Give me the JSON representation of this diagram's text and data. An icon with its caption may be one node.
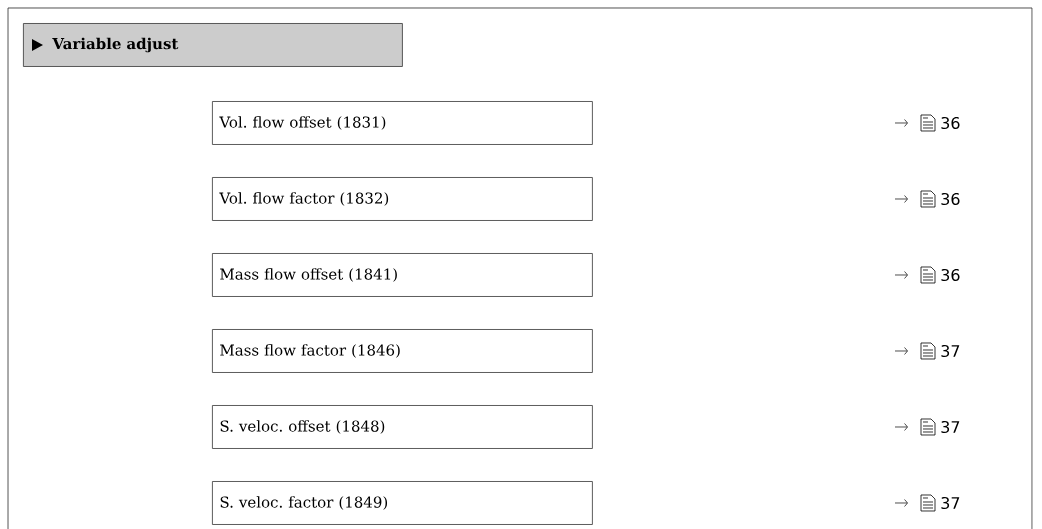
{
  "diagram": {
    "nodes": [
      {
        "text": [
          "Variable adjust"
        ]
      },
      {
        "text": [
          "Vol. flow offset (1831)"
        ]
      },
      {
        "text": [
          "Vol. flow factor (1832)"
        ]
      },
      {
        "text": [
          "Mass flow offset (1841)"
        ]
      },
      {
        "text": [
          "Mass flow factor (1846)"
        ]
      },
      {
        "text": [
          "S. veloc. offset (1848)"
        ]
      },
      {
        "text": [
          "S. veloc. factor (1849)"
        ]
      }
    ],
    "labels": [
      "36",
      "36",
      "36",
      "37",
      "37",
      "37"
    ]
  }
}
